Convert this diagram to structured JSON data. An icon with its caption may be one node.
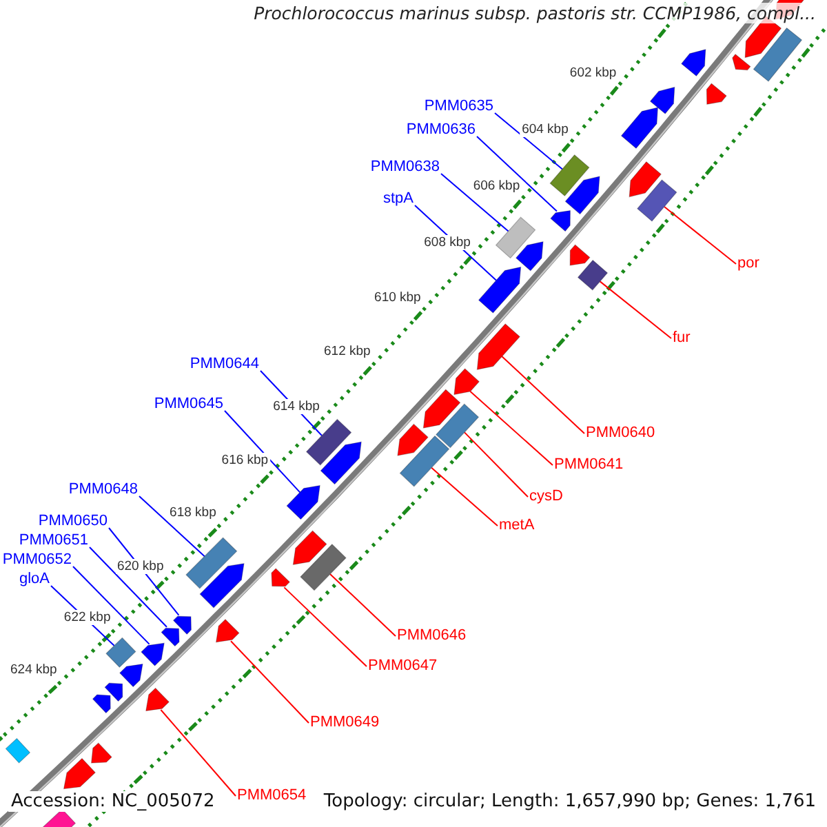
{
  "diagram": {
    "title": "Prochlorococcus marinus subsp. pastoris str. CCMP1986, compl...",
    "nodes": [
      {
        "text": [
          "PMM0635"
        ]
      },
      {
        "text": [],
        "shape": "bar"
      },
      {
        "text": [
          "PMM0636"
        ]
      },
      {
        "text": [],
        "shape": "pentagon"
      },
      {
        "text": [
          "PMM0638"
        ]
      },
      {
        "text": [],
        "shape": "bar"
      },
      {
        "text": [
          "stpA"
        ]
      },
      {
        "text": [],
        "shape": "pentagon"
      },
      {
        "text": [
          "por"
        ]
      },
      {
        "text": [],
        "shape": "bar"
      },
      {
        "text": [
          "fur"
        ]
      },
      {
        "text": [],
        "shape": "diamond"
      },
      {
        "text": [
          "PMM0644"
        ]
      },
      {
        "text": [],
        "shape": "bar"
      },
      {
        "text": [
          "PMM0645"
        ]
      },
      {
        "text": [],
        "shape": "pentagon"
      },
      {
        "text": [
          "PMM0640"
        ]
      },
      {
        "text": [],
        "shape": "pentagon"
      },
      {
        "text": [
          "PMM0641"
        ]
      },
      {
        "text": [],
        "shape": "pentagon"
      },
      {
        "text": [
          "PMM0648"
        ]
      },
      {
        "text": [],
        "shape": "bar"
      },
      {
        "text": [
          "cysD"
        ]
      },
      {
        "text": [],
        "shape": "bar"
      },
      {
        "text": [
          "PMM0650"
        ]
      },
      {
        "text": [],
        "shape": "pentagon"
      },
      {
        "text": [
          "metA"
        ]
      },
      {
        "text": [],
        "shape": "bar"
      },
      {
        "text": [
          "PMM0651"
        ]
      },
      {
        "text": [],
        "shape": "pentagon"
      },
      {
        "text": [
          "PMM0652"
        ]
      },
      {
        "text": [],
        "shape": "pentagon"
      },
      {
        "text": [
          "gloA"
        ]
      },
      {
        "text": [],
        "shape": "diamond"
      },
      {
        "text": [
          "PMM0646"
        ]
      },
      {
        "text": [],
        "shape": "bar"
      },
      {
        "text": [
          "PMM0647"
        ]
      },
      {
        "text": [],
        "shape": "pentagon"
      },
      {
        "text": [
          "PMM0649"
        ]
      },
      {
        "text": [],
        "shape": "pentagon"
      },
      {
        "text": [
          "PMM0654"
        ]
      },
      {
        "text": [],
        "shape": "pentagon"
      },
      {
        "text": [],
        "shape": "pentagon"
      },
      {
        "text": [],
        "shape": "bar"
      },
      {
        "text": [],
        "shape": "pentagon"
      },
      {
        "text": [],
        "shape": "pentagon"
      },
      {
        "text": [],
        "shape": "pentagon"
      },
      {
        "text": [],
        "shape": "pentagon"
      },
      {
        "text": [],
        "shape": "pentagon"
      },
      {
        "text": [],
        "shape": "pentagon"
      },
      {
        "text": [],
        "shape": "pentagon"
      },
      {
        "text": [],
        "shape": "pentagon"
      },
      {
        "text": [],
        "shape": "pentagon"
      },
      {
        "text": [],
        "shape": "pentagon"
      },
      {
        "text": [],
        "shape": "pentagon"
      },
      {
        "text": [],
        "shape": "pentagon"
      },
      {
        "text": [],
        "shape": "pentagon"
      },
      {
        "text": [],
        "shape": "pentagon"
      },
      {
        "text": [],
        "shape": "pentagon"
      },
      {
        "text": [],
        "shape": "pentagon"
      },
      {
        "text": [],
        "shape": "pentagon"
      },
      {
        "text": [],
        "shape": "pentagon"
      },
      {
        "text": [],
        "shape": "pentagon"
      },
      {
        "text": [],
        "shape": "pentagon"
      },
      {
        "text": [],
        "shape": "diamond"
      },
      {
        "text": [],
        "shape": "bar"
      }
    ],
    "edges": [
      {
        "from": 0,
        "to": 1,
        "arrow": "none"
      },
      {
        "from": 2,
        "to": 3,
        "arrow": "none"
      },
      {
        "from": 4,
        "to": 5,
        "arrow": "none"
      },
      {
        "from": 6,
        "to": 7,
        "arrow": "none"
      },
      {
        "from": 8,
        "to": 9,
        "arrow": "none",
        "color": "#ff0000"
      },
      {
        "from": 10,
        "to": 11,
        "arrow": "none",
        "color": "#ff0000"
      },
      {
        "from": 12,
        "to": 13,
        "arrow": "none"
      },
      {
        "from": 14,
        "to": 15,
        "arrow": "none"
      },
      {
        "from": 16,
        "to": 17,
        "arrow": "none",
        "color": "#ff0000"
      },
      {
        "from": 18,
        "to": 19,
        "arrow": "none",
        "color": "#ff0000"
      },
      {
        "from": 20,
        "to": 21,
        "arrow": "none"
      },
      {
        "from": 22,
        "to": 23,
        "arrow": "none",
        "color": "#ff0000"
      },
      {
        "from": 24,
        "to": 25,
        "arrow": "none"
      },
      {
        "from": 26,
        "to": 27,
        "arrow": "none",
        "color": "#ff0000"
      },
      {
        "from": 28,
        "to": 29,
        "arrow": "none"
      },
      {
        "from": 30,
        "to": 31,
        "arrow": "none"
      },
      {
        "from": 32,
        "to": 33,
        "arrow": "none"
      },
      {
        "from": 34,
        "to": 35,
        "arrow": "none",
        "color": "#ff0000"
      },
      {
        "from": 36,
        "to": 37,
        "arrow": "none",
        "color": "#ff0000"
      },
      {
        "from": 38,
        "to": 39,
        "arrow": "none",
        "color": "#ff0000"
      },
      {
        "from": 40,
        "to": 41,
        "arrow": "none",
        "color": "#ff0000"
      }
    ],
    "labels": [
      "602 kbp",
      "604 kbp",
      "606 kbp",
      "608 kbp",
      "610 kbp",
      "612 kbp",
      "614 kbp",
      "616 kbp",
      "618 kbp",
      "620 kbp",
      "622 kbp",
      "624 kbp",
      "Accession: NC_005072",
      "Topology: circular; Length: 1,657,990 bp; Genes: 1,761"
    ]
  }
}
